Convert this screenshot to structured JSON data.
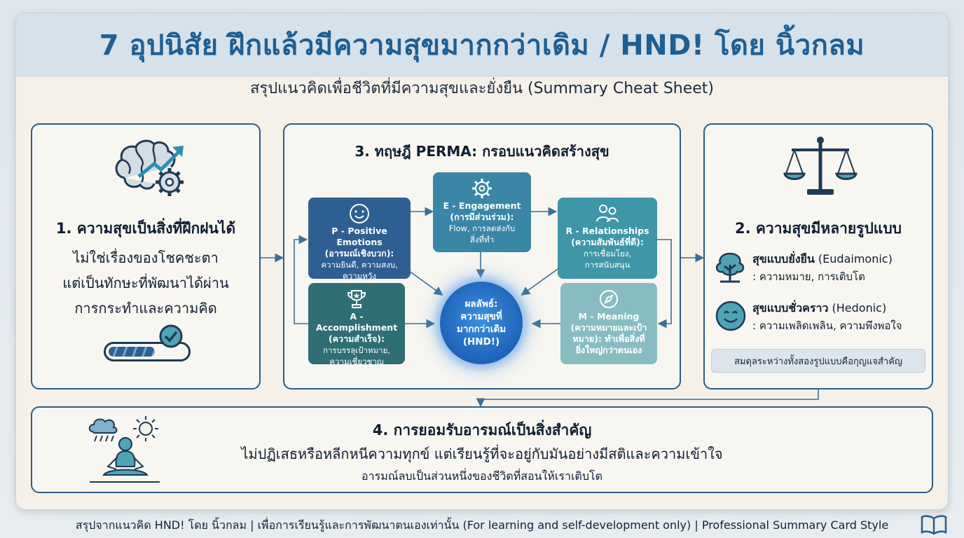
{
  "header": {
    "title": "7 อุปนิสัย ฝึกแล้วมีความสุขมากกว่าเดิม / HND! โดย นิ้วกลม"
  },
  "subtitle": "สรุปแนวคิดเพื่อชีวิตที่มีความสุขและยั่งยืน (Summary Cheat Sheet)",
  "panel1": {
    "title": "1. ความสุขเป็นสิ่งที่ฝึกฝนได้",
    "lines": [
      "ไม่ใช่เรื่องของโชคชะตา",
      "แต่เป็นทักษะที่พัฒนาได้ผ่าน",
      "การกระทำและความคิด"
    ],
    "progress": 0.6
  },
  "panel3": {
    "title": "3. ทฤษฎี PERMA: กรอบแนวคิดสร้างสุข",
    "p": {
      "name": "P - Positive Emotions",
      "sub": "(อารมณ์เชิงบวก):",
      "desc1": "ความยินดี, ความสงบ,",
      "desc2": "ความหวัง"
    },
    "e": {
      "name": "E - Engagement",
      "sub": "(การมีส่วนร่วม):",
      "desc1": "Flow, การลดส่งกับ",
      "desc2": "สิ่งที่ทำ"
    },
    "r": {
      "name": "R - Relationships",
      "sub": "(ความสัมพันธ์ที่ดี):",
      "desc1": "การเชื่อมโยง,",
      "desc2": "การสนับสนุน"
    },
    "a": {
      "name": "A - Accomplishment",
      "sub": "(ความสำเร็จ):",
      "desc1": "การบรรลุเป้าหมาย,",
      "desc2": "ความเชี่ยวชาญ"
    },
    "m": {
      "name": "M - Meaning",
      "sub": "(ความหมายและเป้า",
      "desc1": "หมาย): ทำเพื่อสิ่งที่",
      "desc2": "ยิ่งใหญ่กว่าตนเอง"
    },
    "result": {
      "l1": "ผลลัพธ์:",
      "l2": "ความสุขที่",
      "l3": "มากกว่าเดิม",
      "l4": "(HND!)"
    }
  },
  "panel2": {
    "title": "2. ความสุขมีหลายรูปแบบ",
    "eud_bold": "สุขแบบยั่งยืน",
    "eud_en": " (Eudaimonic)",
    "eud_desc": ": ความหมาย, การเติบโต",
    "hed_bold": "สุขแบบชั่วคราว",
    "hed_en": " (Hedonic)",
    "hed_desc": ": ความเพลิดเพลิน, ความพึงพอใจ",
    "note": "สมดุลระหว่างทั้งสองรูปแบบคือกุญแจสำคัญ"
  },
  "panel4": {
    "title": "4. การยอมรับอารมณ์เป็นสิ่งสำคัญ",
    "line1": "ไม่ปฏิเสธหรือหลีกหนีความทุกข์ แต่เรียนรู้ที่จะอยู่กับมันอย่างมีสติและความเข้าใจ",
    "line2": "อารมณ์ลบเป็นส่วนหนึ่งของชีวิตที่สอนให้เราเติบโต"
  },
  "footer": "สรุปจากแนวคิด HND! โดย นิ้วกลม | เพื่อการเรียนรู้และการพัฒนาตนเองเท่านั้น (For learning and self-development only) | Professional Summary Card Style",
  "colors": {
    "navy": "#2b5c86",
    "p_node": "#2e5f92",
    "e_node": "#3a86a6",
    "r_node": "#3f96a8",
    "a_node": "#2f6e72",
    "m_node": "#87bdc1",
    "result": "#1e63b8",
    "title": "#1f5f93"
  },
  "icons": [
    "brain-gear-icon",
    "trend-arrow-icon",
    "checkmark-icon",
    "smiley-icon",
    "gear-icon",
    "people-icon",
    "trophy-icon",
    "compass-icon",
    "scales-icon",
    "tree-icon",
    "cloud-rain-icon",
    "sun-icon",
    "meditation-person-icon",
    "book-icon"
  ]
}
